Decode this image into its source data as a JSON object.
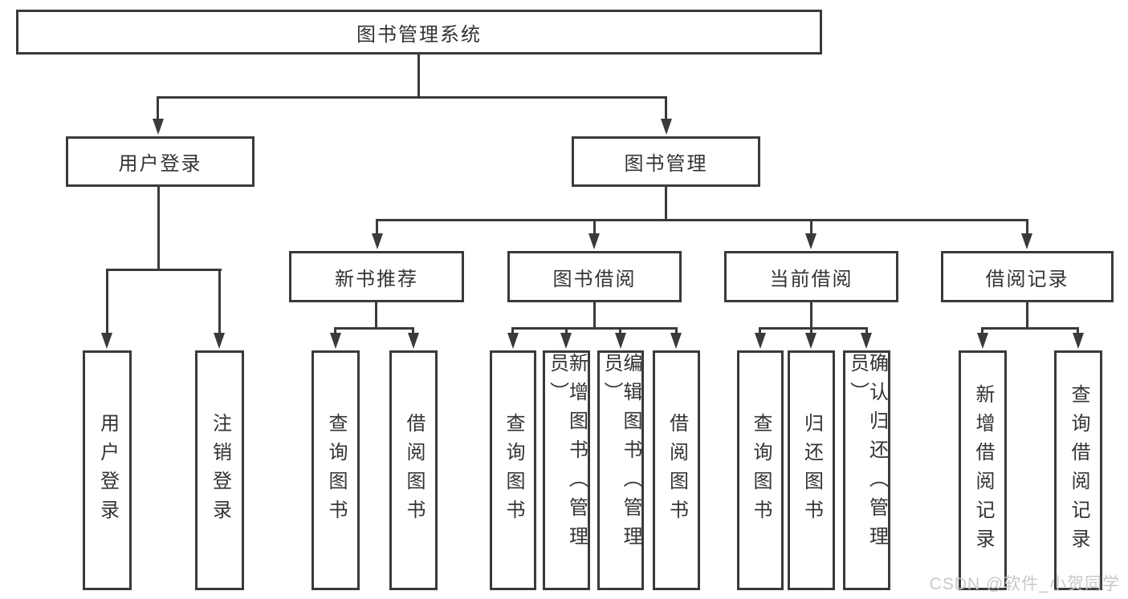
{
  "tree": {
    "root": {
      "label": "图书管理系统"
    },
    "branches": [
      {
        "label": "用户登录",
        "children": [
          {
            "label": "用户登录"
          },
          {
            "label": "注销登录"
          }
        ]
      },
      {
        "label": "图书管理",
        "children": [
          {
            "label": "新书推荐",
            "children": [
              {
                "label": "查询图书"
              },
              {
                "label": "借阅图书"
              }
            ]
          },
          {
            "label": "图书借阅",
            "children": [
              {
                "label": "查询图书"
              },
              {
                "label": "新增图书（管理员）"
              },
              {
                "label": "编辑图书（管理员）"
              },
              {
                "label": "借阅图书"
              }
            ]
          },
          {
            "label": "当前借阅",
            "children": [
              {
                "label": "查询图书"
              },
              {
                "label": "归还图书"
              },
              {
                "label": "确认归还（管理员）"
              }
            ]
          },
          {
            "label": "借阅记录",
            "children": [
              {
                "label": "新增借阅记录"
              },
              {
                "label": "查询借阅记录"
              }
            ]
          }
        ]
      }
    ]
  },
  "watermark": {
    "text": "CSDN @软件_小贺同学"
  },
  "colors": {
    "line": "#3a3a3a",
    "text": "#333333",
    "background": "#ffffff",
    "watermark": "#c6c6c6"
  }
}
